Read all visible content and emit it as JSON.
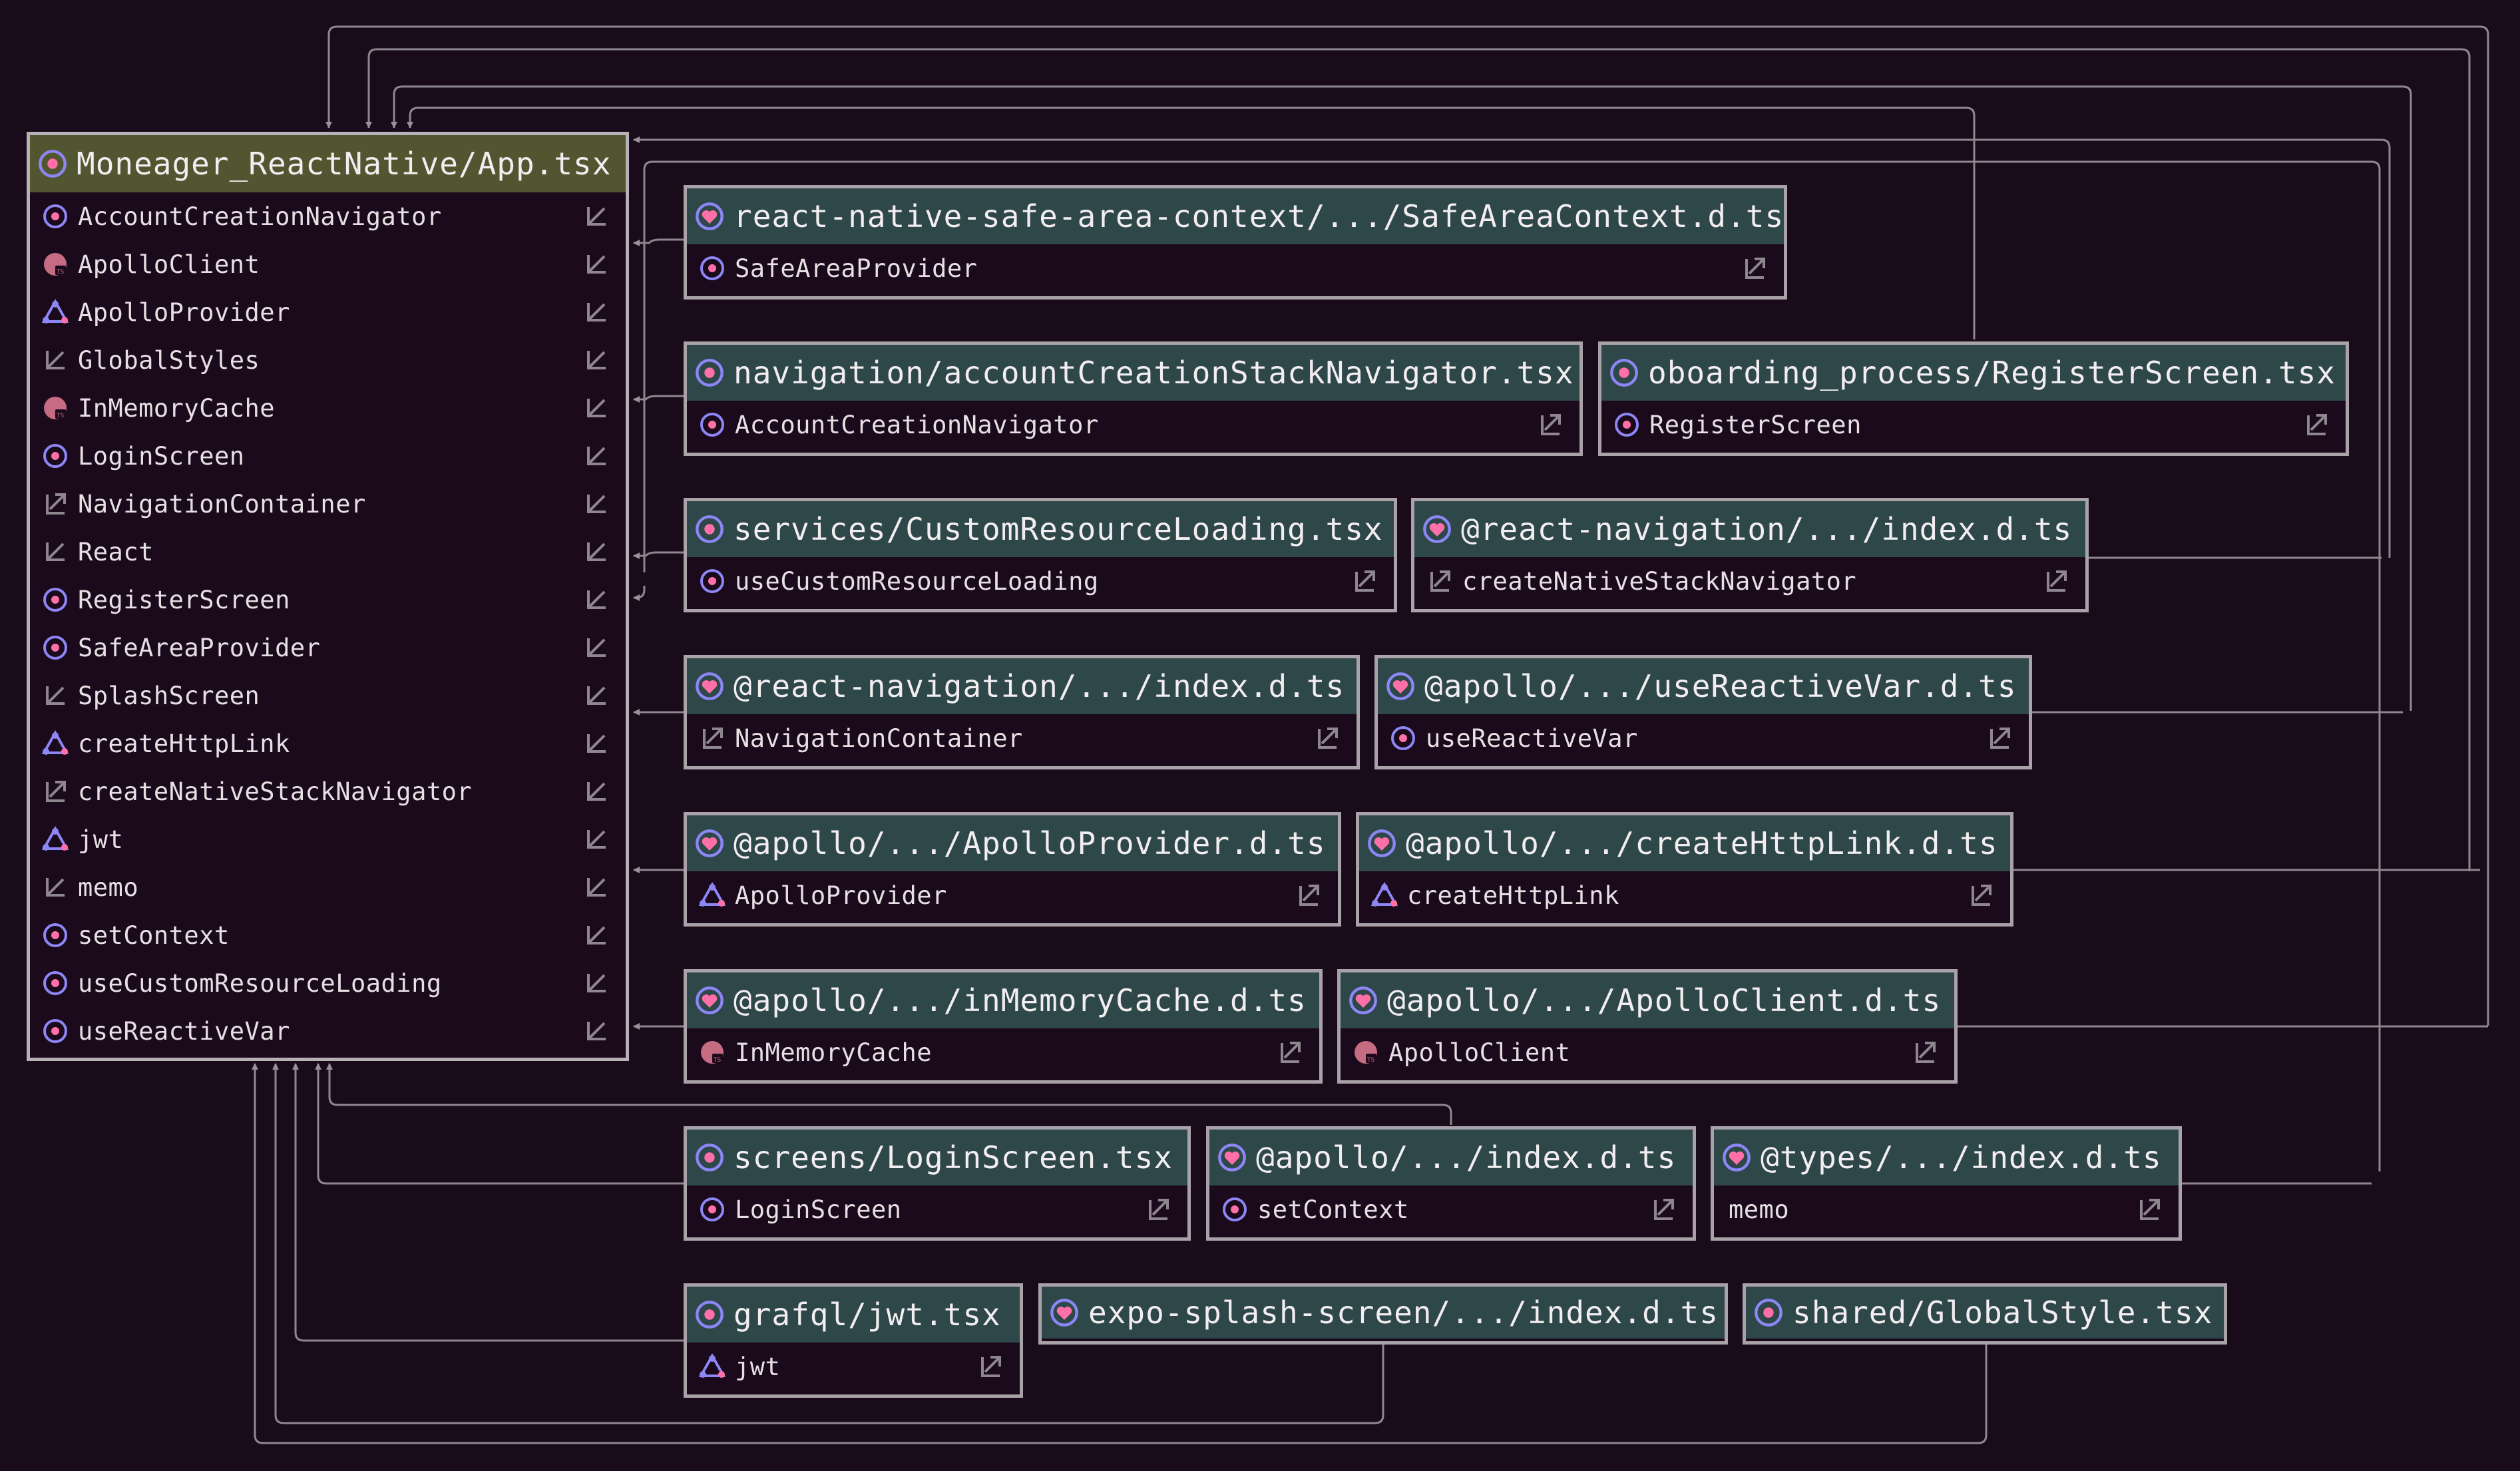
{
  "colors": {
    "background": "#1a0b1a",
    "main_header": "#525630",
    "file_header": "#2e4749",
    "card_border": "#a9a2a9",
    "wire": "#9a929a",
    "icon_react": "#8d86f5",
    "icon_ts": "#c56b82",
    "icon_pink": "#ff6fa8"
  },
  "main_file": {
    "title": "Moneager_ReactNative/App.tsx",
    "icon": "react-component-icon",
    "imports": [
      {
        "label": "AccountCreationNavigator",
        "icon": "react-component-icon"
      },
      {
        "label": "ApolloClient",
        "icon": "ts-class-icon"
      },
      {
        "label": "ApolloProvider",
        "icon": "triangle-node-icon"
      },
      {
        "label": "GlobalStyles",
        "icon": "import-arrow-icon"
      },
      {
        "label": "InMemoryCache",
        "icon": "ts-class-icon"
      },
      {
        "label": "LoginScreen",
        "icon": "react-component-icon"
      },
      {
        "label": "NavigationContainer",
        "icon": "export-arrow-icon"
      },
      {
        "label": "React",
        "icon": "import-arrow-icon"
      },
      {
        "label": "RegisterScreen",
        "icon": "react-component-icon"
      },
      {
        "label": "SafeAreaProvider",
        "icon": "react-component-icon"
      },
      {
        "label": "SplashScreen",
        "icon": "import-arrow-icon"
      },
      {
        "label": "createHttpLink",
        "icon": "triangle-node-icon"
      },
      {
        "label": "createNativeStackNavigator",
        "icon": "export-arrow-icon"
      },
      {
        "label": "jwt",
        "icon": "triangle-node-icon"
      },
      {
        "label": "memo",
        "icon": "import-arrow-icon"
      },
      {
        "label": "setContext",
        "icon": "react-component-icon"
      },
      {
        "label": "useCustomResourceLoading",
        "icon": "react-component-icon"
      },
      {
        "label": "useReactiveVar",
        "icon": "react-component-icon"
      }
    ]
  },
  "files": [
    {
      "id": "safe-area-context",
      "title": "react-native-safe-area-context/.../SafeAreaContext.d.ts",
      "icon": "heart-badge-icon",
      "exports": [
        {
          "label": "SafeAreaProvider",
          "icon": "react-component-icon"
        }
      ]
    },
    {
      "id": "account-creation-stack-navigator",
      "title": "navigation/accountCreationStackNavigator.tsx",
      "icon": "react-component-icon",
      "exports": [
        {
          "label": "AccountCreationNavigator",
          "icon": "react-component-icon"
        }
      ]
    },
    {
      "id": "register-screen",
      "title": "oboarding_process/RegisterScreen.tsx",
      "icon": "react-component-icon",
      "exports": [
        {
          "label": "RegisterScreen",
          "icon": "react-component-icon"
        }
      ]
    },
    {
      "id": "custom-resource-loading",
      "title": "services/CustomResourceLoading.tsx",
      "icon": "react-component-icon",
      "exports": [
        {
          "label": "useCustomResourceLoading",
          "icon": "react-component-icon"
        }
      ]
    },
    {
      "id": "react-navigation-native-stack",
      "title": "@react-navigation/.../index.d.ts",
      "icon": "heart-badge-icon",
      "exports": [
        {
          "label": "createNativeStackNavigator",
          "icon": "export-arrow-icon"
        }
      ]
    },
    {
      "id": "react-navigation-native",
      "title": "@react-navigation/.../index.d.ts",
      "icon": "heart-badge-icon",
      "exports": [
        {
          "label": "NavigationContainer",
          "icon": "export-arrow-icon"
        }
      ]
    },
    {
      "id": "apollo-use-reactive-var",
      "title": "@apollo/.../useReactiveVar.d.ts",
      "icon": "heart-badge-icon",
      "exports": [
        {
          "label": "useReactiveVar",
          "icon": "react-component-icon"
        }
      ]
    },
    {
      "id": "apollo-provider",
      "title": "@apollo/.../ApolloProvider.d.ts",
      "icon": "heart-badge-icon",
      "exports": [
        {
          "label": "ApolloProvider",
          "icon": "triangle-node-icon"
        }
      ]
    },
    {
      "id": "apollo-create-http-link",
      "title": "@apollo/.../createHttpLink.d.ts",
      "icon": "heart-badge-icon",
      "exports": [
        {
          "label": "createHttpLink",
          "icon": "triangle-node-icon"
        }
      ]
    },
    {
      "id": "apollo-in-memory-cache",
      "title": "@apollo/.../inMemoryCache.d.ts",
      "icon": "heart-badge-icon",
      "exports": [
        {
          "label": "InMemoryCache",
          "icon": "ts-class-icon"
        }
      ]
    },
    {
      "id": "apollo-client",
      "title": "@apollo/.../ApolloClient.d.ts",
      "icon": "heart-badge-icon",
      "exports": [
        {
          "label": "ApolloClient",
          "icon": "ts-class-icon"
        }
      ]
    },
    {
      "id": "login-screen",
      "title": "screens/LoginScreen.tsx",
      "icon": "react-component-icon",
      "exports": [
        {
          "label": "LoginScreen",
          "icon": "react-component-icon"
        }
      ]
    },
    {
      "id": "apollo-index",
      "title": "@apollo/.../index.d.ts",
      "icon": "heart-badge-icon",
      "exports": [
        {
          "label": "setContext",
          "icon": "react-component-icon"
        }
      ]
    },
    {
      "id": "types-index",
      "title": "@types/.../index.d.ts",
      "icon": "heart-badge-icon",
      "exports": [
        {
          "label": "memo",
          "icon": "none"
        }
      ]
    },
    {
      "id": "grafql-jwt",
      "title": "grafql/jwt.tsx",
      "icon": "react-component-icon",
      "exports": [
        {
          "label": "jwt",
          "icon": "triangle-node-icon"
        }
      ]
    },
    {
      "id": "expo-splash-screen",
      "title": "expo-splash-screen/.../index.d.ts",
      "icon": "heart-badge-icon",
      "exports": []
    },
    {
      "id": "global-style",
      "title": "shared/GlobalStyle.tsx",
      "icon": "react-component-icon",
      "exports": []
    }
  ]
}
